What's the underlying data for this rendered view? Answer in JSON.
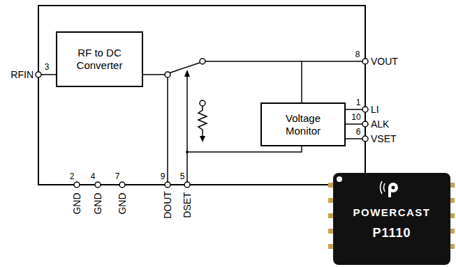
{
  "diagram": {
    "nodes": [
      {
        "text": [
          "RF to DC Converter"
        ]
      },
      {
        "text": [
          "Voltage Monitor"
        ]
      },
      {
        "text": [
          "POWERCAST",
          "P1110"
        ]
      }
    ],
    "labels": [
      "3",
      "RFIN",
      "8",
      "VOUT",
      "1",
      "LI",
      "10",
      "ALK",
      "6",
      "VSET",
      "2",
      "GND",
      "4",
      "GND",
      "7",
      "GND",
      "9",
      "DOUT",
      "5",
      "DSET"
    ]
  }
}
